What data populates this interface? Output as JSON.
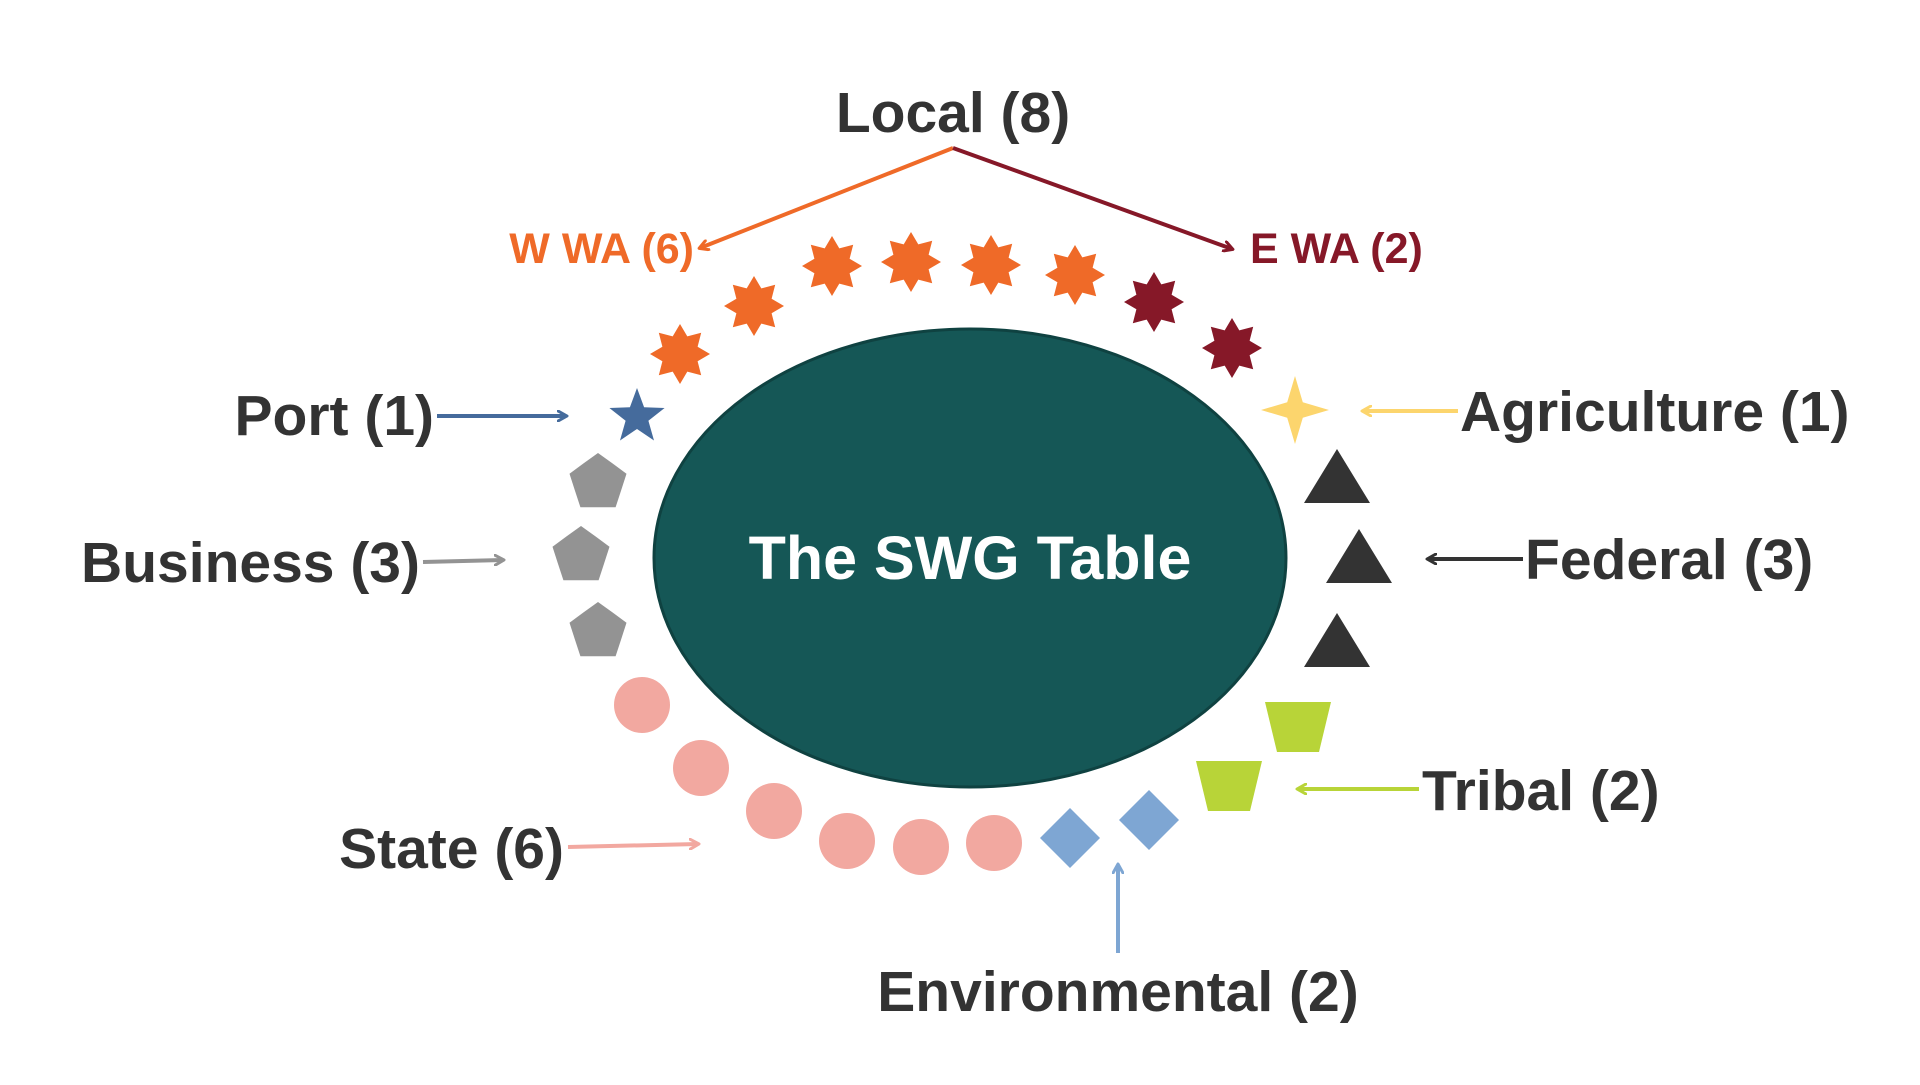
{
  "center": {
    "label": "The SWG Table",
    "fill": "#155756",
    "stroke": "#0f4241",
    "text_color": "#ffffff"
  },
  "text_color": "#333333",
  "groups": {
    "local": {
      "label": "Local (8)"
    },
    "w_wa": {
      "label": "W WA (6)",
      "color": "#ef6a28",
      "count": 6,
      "icon": "eight-point-star-icon"
    },
    "e_wa": {
      "label": "E WA (2)",
      "color": "#861828",
      "count": 2,
      "icon": "eight-point-star-icon"
    },
    "port": {
      "label": "Port (1)",
      "color": "#456b9c",
      "count": 1,
      "icon": "star-icon"
    },
    "agriculture": {
      "label": "Agriculture (1)",
      "color": "#fcd56d",
      "count": 1,
      "icon": "four-point-star-icon"
    },
    "business": {
      "label": "Business (3)",
      "color": "#939393",
      "count": 3,
      "icon": "pentagon-icon"
    },
    "federal": {
      "label": "Federal (3)",
      "color": "#333333",
      "count": 3,
      "icon": "triangle-icon"
    },
    "state": {
      "label": "State (6)",
      "color": "#f2a8a0",
      "count": 6,
      "icon": "circle-icon"
    },
    "tribal": {
      "label": "Tribal (2)",
      "color": "#b8d438",
      "count": 2,
      "icon": "trapezoid-icon"
    },
    "environmental": {
      "label": "Environmental (2)",
      "color": "#7ea6d3",
      "count": 2,
      "icon": "diamond-icon"
    }
  }
}
